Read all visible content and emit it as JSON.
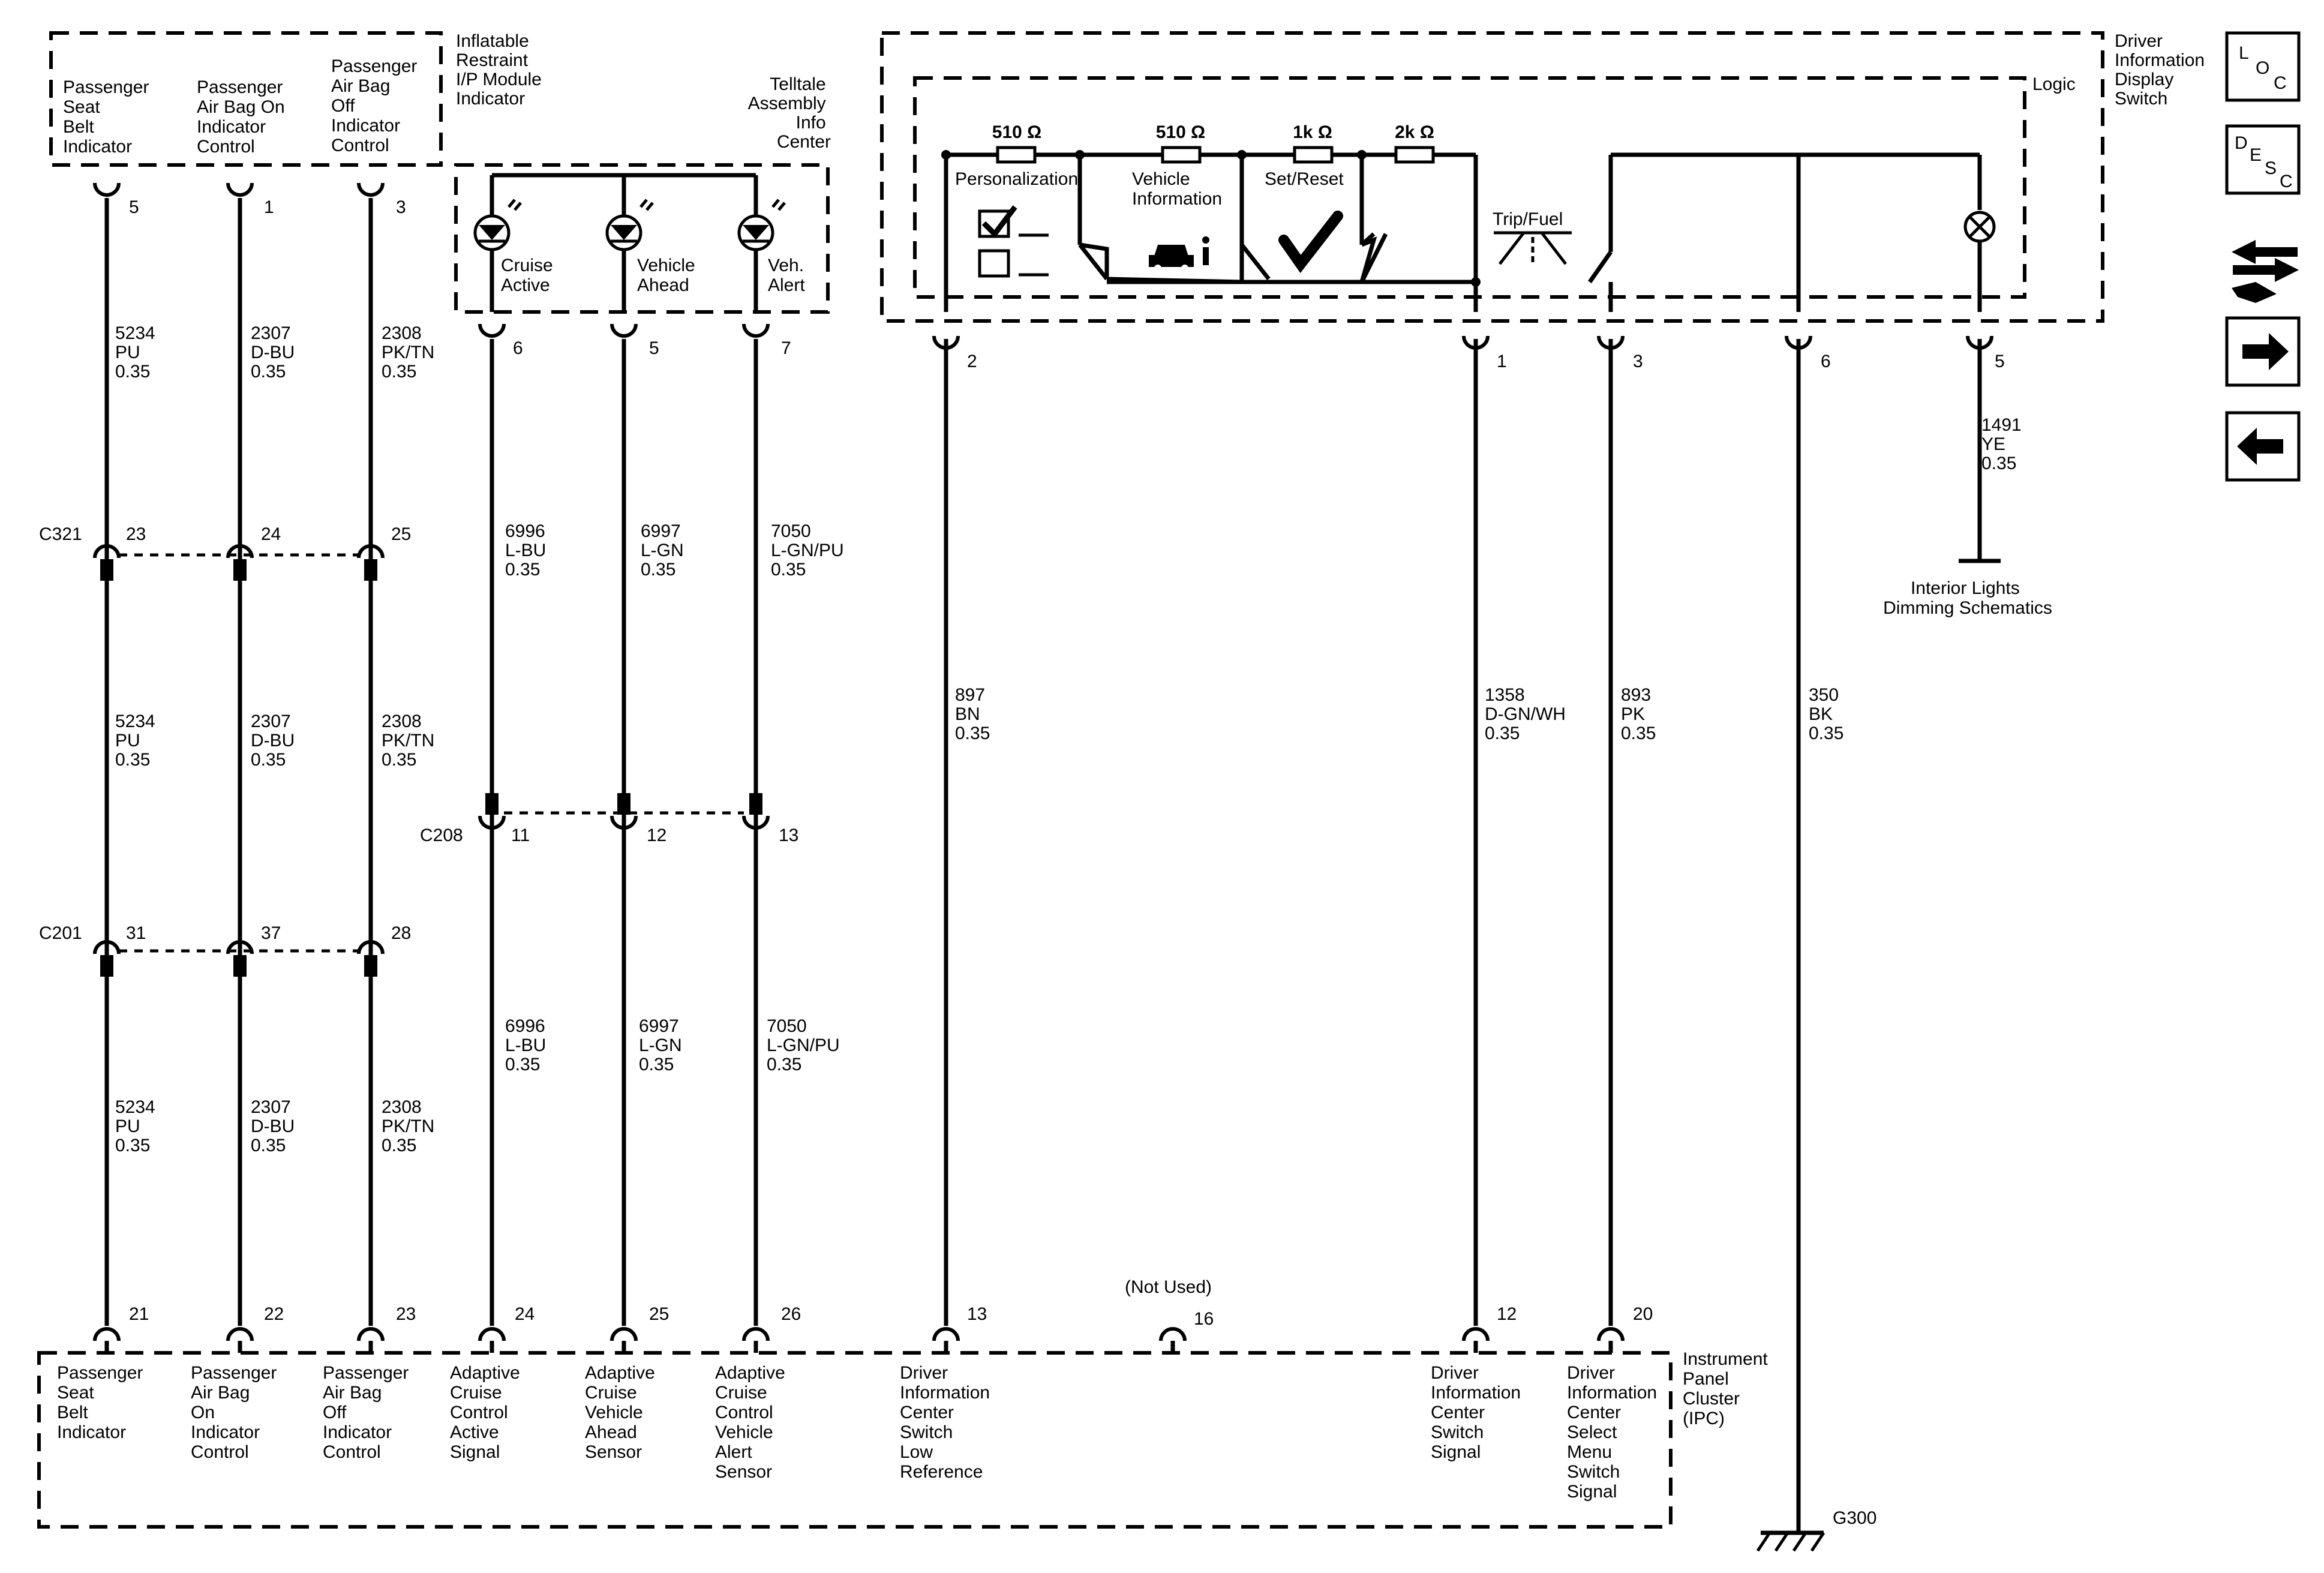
{
  "components": {
    "inflatable_restraint": [
      "Inflatable",
      "Restraint",
      "I/P Module",
      "Indicator"
    ],
    "telltale": [
      "Telltale",
      "Assembly",
      "Info",
      "Center"
    ],
    "dic_switch": [
      "Driver",
      "Information",
      "Display",
      "Switch"
    ],
    "logic": "Logic",
    "ipc": [
      "Instrument",
      "Panel",
      "Cluster",
      "(IPC)"
    ],
    "interior_lights": [
      "Interior Lights",
      "Dimming Schematics"
    ],
    "not_used": "(Not Used)",
    "ground": "G300"
  },
  "top_labels": {
    "seat_belt": [
      "Passenger",
      "Seat",
      "Belt",
      "Indicator"
    ],
    "airbag_on": [
      "Passenger",
      "Air Bag On",
      "Indicator",
      "Control"
    ],
    "airbag_off": [
      "Passenger",
      "Air Bag",
      "Off",
      "Indicator",
      "Control"
    ],
    "cruise_active": [
      "Cruise",
      "Active"
    ],
    "vehicle_ahead": [
      "Vehicle",
      "Ahead"
    ],
    "veh_alert": [
      "Veh.",
      "Alert"
    ]
  },
  "resistors": [
    "510 Ω",
    "510 Ω",
    "1k Ω",
    "2k Ω"
  ],
  "switches": {
    "personalization": "Personalization",
    "vehicle_information": [
      "Vehicle",
      "Information"
    ],
    "set_reset": "Set/Reset",
    "trip_fuel": "Trip/Fuel"
  },
  "connectors": {
    "c321": "C321",
    "c208": "C208",
    "c201": "C201"
  },
  "pins": {
    "top": [
      "5",
      "1",
      "3",
      "6",
      "5",
      "7",
      "2",
      "1",
      "3",
      "6",
      "5"
    ],
    "c321": [
      "23",
      "24",
      "25"
    ],
    "c208": [
      "11",
      "12",
      "13"
    ],
    "c201": [
      "31",
      "37",
      "28"
    ],
    "ipc": [
      "21",
      "22",
      "23",
      "24",
      "25",
      "26",
      "13",
      "16",
      "12",
      "20"
    ]
  },
  "wires": {
    "w5234": [
      "5234",
      "PU",
      "0.35"
    ],
    "w2307": [
      "2307",
      "D-BU",
      "0.35"
    ],
    "w2308": [
      "2308",
      "PK/TN",
      "0.35"
    ],
    "w6996": [
      "6996",
      "L-BU",
      "0.35"
    ],
    "w6997": [
      "6997",
      "L-GN",
      "0.35"
    ],
    "w7050": [
      "7050",
      "L-GN/PU",
      "0.35"
    ],
    "w897": [
      "897",
      "BN",
      "0.35"
    ],
    "w1358": [
      "1358",
      "D-GN/WH",
      "0.35"
    ],
    "w893": [
      "893",
      "PK",
      "0.35"
    ],
    "w350": [
      "350",
      "BK",
      "0.35"
    ],
    "w1491": [
      "1491",
      "YE",
      "0.35"
    ]
  },
  "ipc_labels": {
    "seat_belt": [
      "Passenger",
      "Seat",
      "Belt",
      "Indicator"
    ],
    "airbag_on": [
      "Passenger",
      "Air Bag",
      "On",
      "Indicator",
      "Control"
    ],
    "airbag_off": [
      "Passenger",
      "Air Bag",
      "Off",
      "Indicator",
      "Control"
    ],
    "acc_active": [
      "Adaptive",
      "Cruise",
      "Control",
      "Active",
      "Signal"
    ],
    "acc_ahead": [
      "Adaptive",
      "Cruise",
      "Vehicle",
      "Ahead",
      "Sensor"
    ],
    "acc_alert": [
      "Adaptive",
      "Cruise",
      "Control",
      "Vehicle",
      "Alert",
      "Sensor"
    ],
    "dic_low_ref": [
      "Driver",
      "Information",
      "Center",
      "Switch",
      "Low",
      "Reference"
    ],
    "dic_signal": [
      "Driver",
      "Information",
      "Center",
      "Switch",
      "Signal"
    ],
    "dic_menu": [
      "Driver",
      "Information",
      "Center",
      "Select",
      "Menu",
      "Switch",
      "Signal"
    ]
  },
  "nav": {
    "loc": [
      "L",
      "O",
      "C"
    ],
    "desc": [
      "D",
      "E",
      "S",
      "C"
    ]
  }
}
